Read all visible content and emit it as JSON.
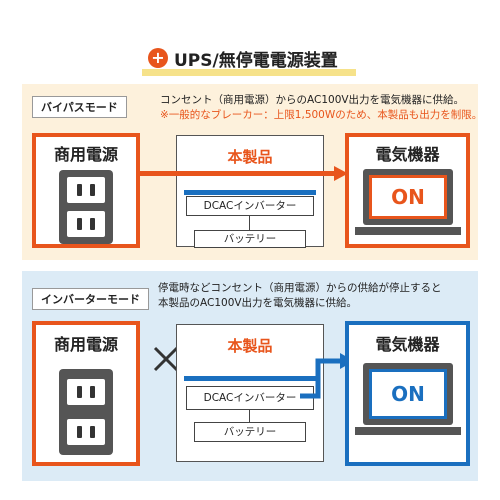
{
  "title": {
    "icon": "plus-circle-icon",
    "text": "UPS/無停電電源装置"
  },
  "bypass": {
    "mode_label": "バイパスモード",
    "desc_line1": "コンセント（商用電源）からのAC100V出力を電気機器に供給。",
    "desc_line2": "※一般的なブレーカー：上限1,500Wのため、本製品も出力を制限。",
    "source_label": "商用電源",
    "product_label": "本製品",
    "inverter_label": "DCACインバーター",
    "battery_label": "バッテリー",
    "device_label": "電気機器",
    "screen_text": "ON"
  },
  "inverter": {
    "mode_label": "インバーターモード",
    "desc_line1": "停電時などコンセント（商用電源）からの供給が停止すると",
    "desc_line2": "本製品のAC100V出力を電気機器に供給。",
    "source_label": "商用電源",
    "product_label": "本製品",
    "inverter_label": "DCACインバーター",
    "battery_label": "バッテリー",
    "device_label": "電気機器",
    "screen_text": "ON"
  },
  "colors": {
    "orange": "#e8551c",
    "blue": "#1a6fbf",
    "panel_top": "#fdf1dc",
    "panel_bottom": "#dcebf6"
  }
}
